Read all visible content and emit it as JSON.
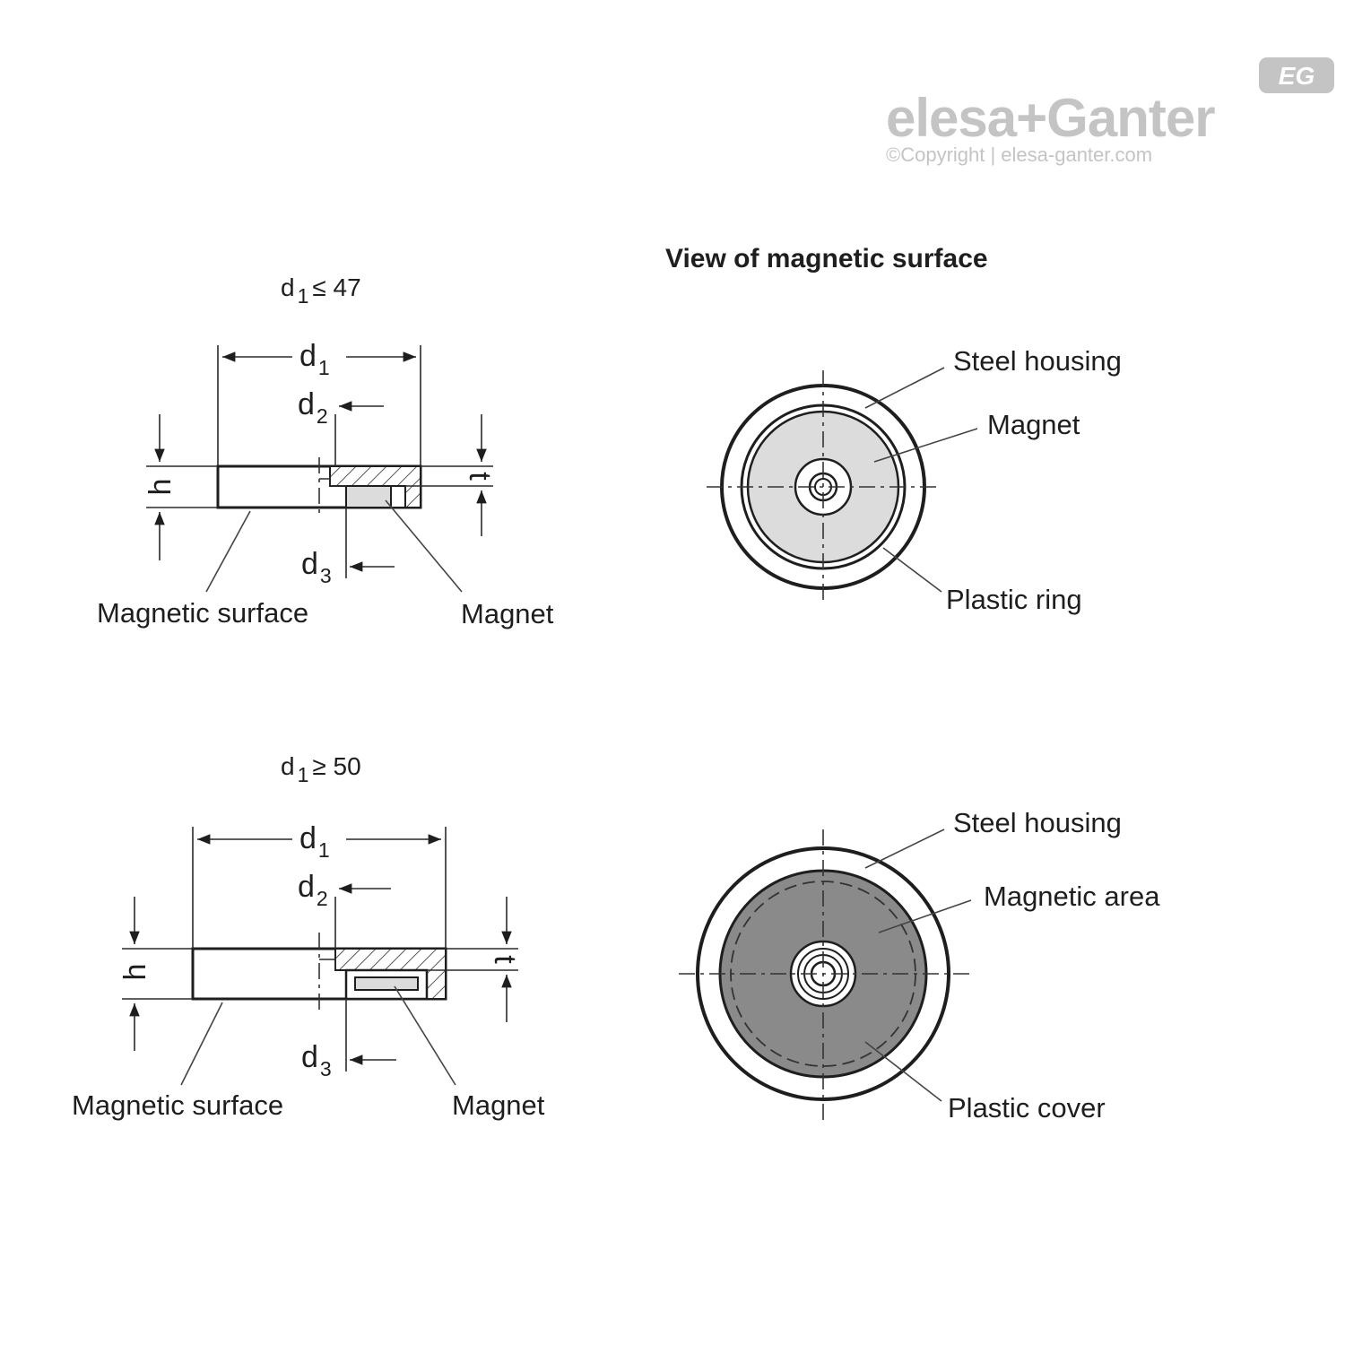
{
  "brand": {
    "logo_text": "elesa+Ganter",
    "badge_text": "EG",
    "copyright": "©Copyright | elesa-ganter.com",
    "color_gray": "#c4c4c4"
  },
  "top": {
    "condition_d": "d",
    "condition_sub": "1",
    "condition_rest": "≤ 47",
    "section": {
      "d1": "d",
      "d1_sub": "1",
      "d2": "d",
      "d2_sub": "2",
      "d3": "d",
      "d3_sub": "3",
      "h": "h",
      "t": "t",
      "magnetic_surface": "Magnetic surface",
      "magnet": "Magnet"
    },
    "view": {
      "title": "View of magnetic surface",
      "steel_housing": "Steel housing",
      "magnet": "Magnet",
      "plastic_ring": "Plastic ring"
    }
  },
  "bottom": {
    "condition_d": "d",
    "condition_sub": "1",
    "condition_rest": "≥ 50",
    "section": {
      "d1": "d",
      "d1_sub": "1",
      "d2": "d",
      "d2_sub": "2",
      "d3": "d",
      "d3_sub": "3",
      "h": "h",
      "t": "t",
      "magnetic_surface": "Magnetic surface",
      "magnet": "Magnet"
    },
    "view": {
      "steel_housing": "Steel housing",
      "magnetic_area": "Magnetic area",
      "plastic_cover": "Plastic cover"
    }
  },
  "colors": {
    "line": "#1e1e1e",
    "magnet_fill": "#dcdcdc",
    "magnetic_area_fill": "#8a8a8a"
  }
}
